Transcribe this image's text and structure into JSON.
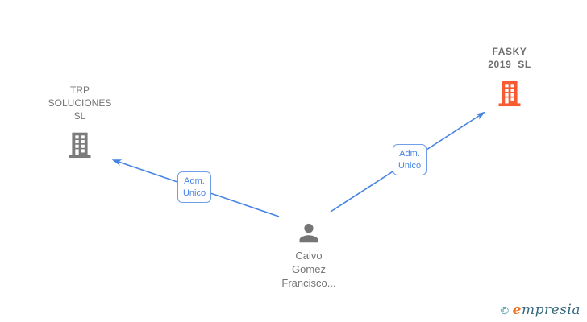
{
  "theme": {
    "accent": "#4583e3",
    "edge-label-border": "#6f9fe8",
    "node-gray": "#7b7b7b",
    "text-gray": "#757575",
    "company-highlight": "#f75b32",
    "logo-teal": "#1d7f95",
    "logo-orange": "#ee7224",
    "logo-slate": "#33677e",
    "canvas-bg": "#ffffff"
  },
  "diagram": {
    "nodes": {
      "company_left": {
        "full_name": "TRP SOLUCIONES SL",
        "lines": [
          "TRP",
          "SOLUCIONES",
          "SL"
        ],
        "icon": "building-icon",
        "color": "#7b7b7b"
      },
      "company_right": {
        "full_name": "FASKY 2019 SL",
        "lines": [
          "FASKY",
          "2019  SL"
        ],
        "icon": "building-icon",
        "color": "#f75b32"
      },
      "person": {
        "full_name": "Calvo Gomez Francisco...",
        "lines": [
          "Calvo",
          "Gomez",
          "Francisco..."
        ],
        "icon": "person-icon",
        "color": "#757575"
      }
    },
    "edges": [
      {
        "from": "person",
        "to": "company_left",
        "label_lines": [
          "Adm.",
          "Unico"
        ]
      },
      {
        "from": "person",
        "to": "company_right",
        "label_lines": [
          "Adm.",
          "Unico"
        ]
      }
    ]
  },
  "footer": {
    "copyright_symbol": "©",
    "brand": "empresia",
    "brand_initial": "e",
    "brand_rest": "mpresia"
  }
}
